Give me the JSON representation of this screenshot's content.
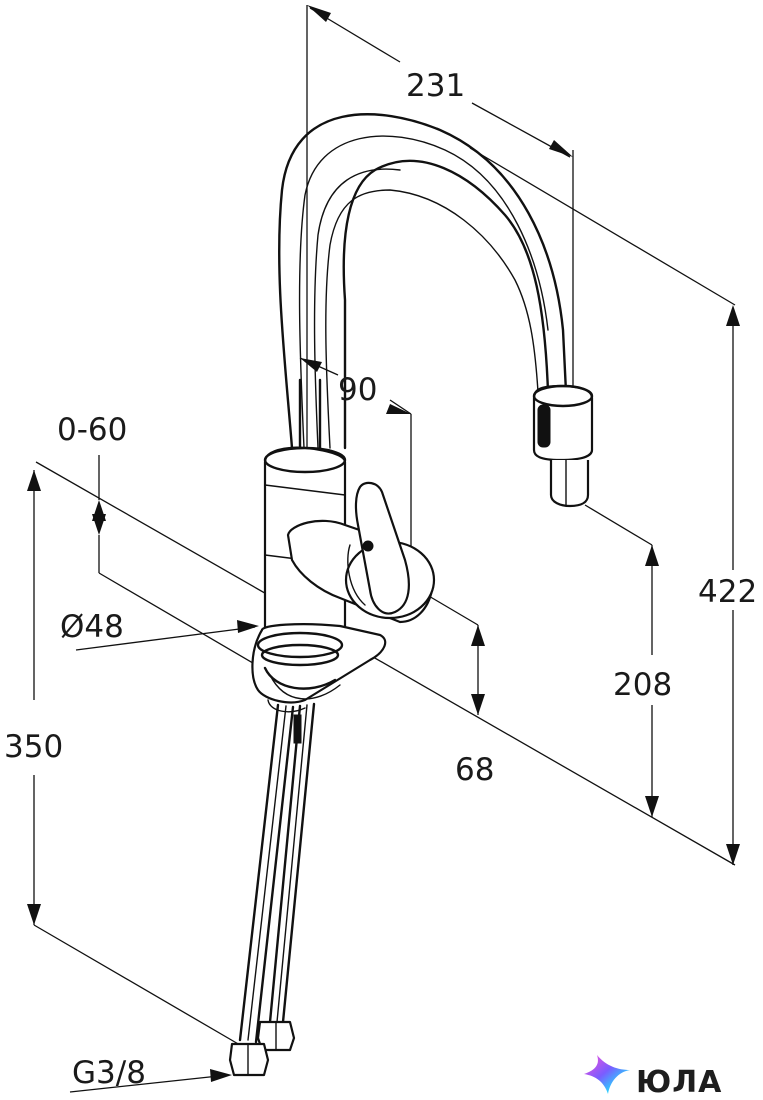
{
  "dimensions": {
    "spout_reach": "231",
    "lever_rotation": "90",
    "handle_angle": "0-60",
    "base_diameter": "Ø48",
    "total_height": "422",
    "spout_height": "208",
    "body_height": "68",
    "hose_length": "350",
    "connection_thread": "G3/8"
  },
  "watermark": {
    "text": "ЮЛА",
    "colors": [
      "#ff4fd8",
      "#7a5cff",
      "#29d3ff",
      "#ffd34f"
    ]
  }
}
